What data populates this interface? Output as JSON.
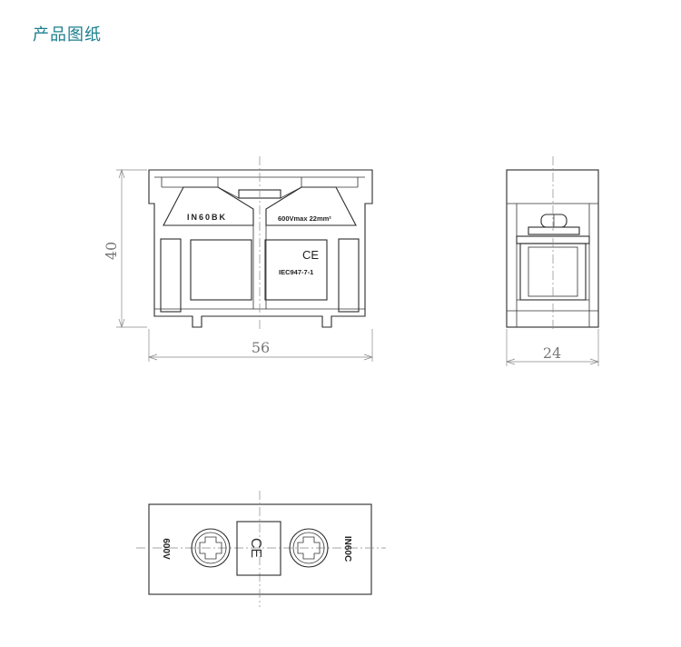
{
  "page": {
    "title": "产品图纸"
  },
  "front_view": {
    "model_label": "IN60BK",
    "rating_label": "600Vmax  22mm²",
    "ce_mark": "CE",
    "standard_label": "IEC947-7-1",
    "dim_height": "40",
    "dim_width": "56"
  },
  "side_view": {
    "dim_width": "24"
  },
  "top_view": {
    "left_label": "600V",
    "right_label": "IN60C",
    "ce_mark": "CE"
  },
  "colors": {
    "title": "#1a7f8e",
    "line": "#2b2b2b",
    "dimension": "#888888"
  }
}
